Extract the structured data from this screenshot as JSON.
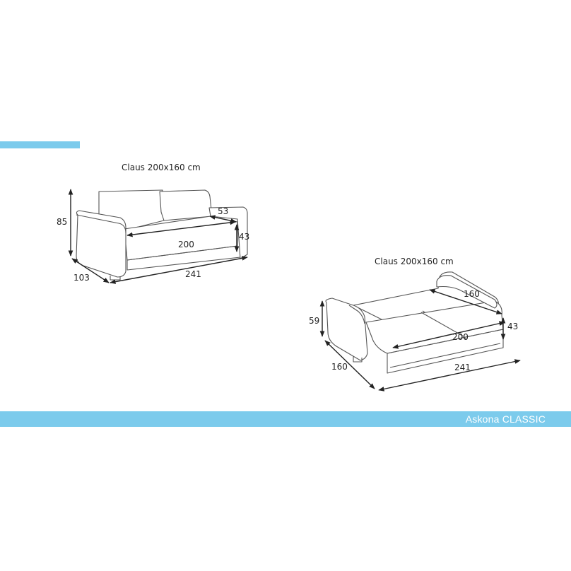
{
  "sofa_closed": {
    "caption": "Claus 200x160 cm",
    "dim_height": "85",
    "dim_depth": "103",
    "dim_width": "241",
    "dim_seat_length": "200",
    "dim_seat_height": "43",
    "dim_arm_width": "53"
  },
  "sofa_open": {
    "caption": "Claus 200x160 cm",
    "dim_height": "59",
    "dim_depth": "160",
    "dim_width": "241",
    "dim_bed_length": "200",
    "dim_bed_width": "160",
    "dim_bed_height": "43"
  },
  "footer": {
    "brand": "Askona CLASSIC"
  },
  "colors": {
    "band": "#7ccbec",
    "line": "#555555"
  }
}
